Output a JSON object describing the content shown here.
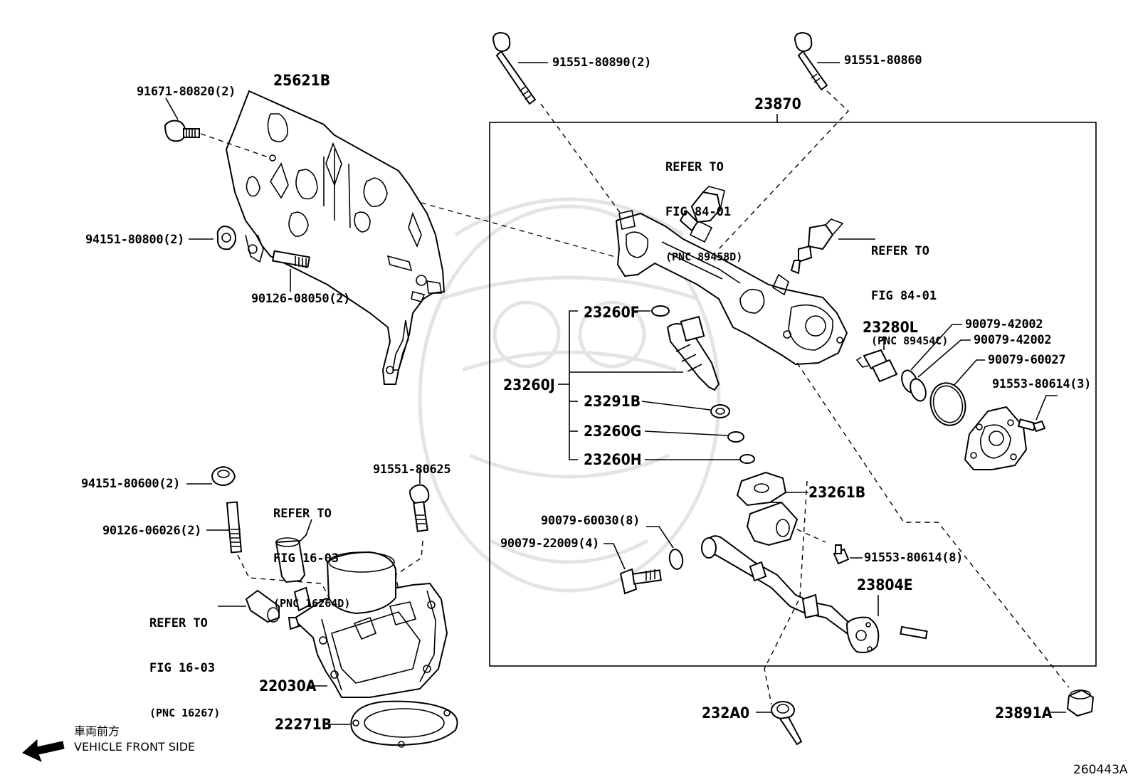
{
  "diagram_id": "260443A",
  "direction": {
    "jp": "車両前方",
    "en": "VEHICLE FRONT SIDE"
  },
  "assembly_box_label": "23870",
  "parts": {
    "p25621B": "25621B",
    "p91671_80820": "91671-80820(2)",
    "p94151_80800": "94151-80800(2)",
    "p90126_08050": "90126-08050(2)",
    "p91551_80890": "91551-80890(2)",
    "p91551_80860": "91551-80860",
    "p23260F": "23260F",
    "p23260J": "23260J",
    "p23291B": "23291B",
    "p23260G": "23260G",
    "p23260H": "23260H",
    "p23280L": "23280L",
    "p90079_42002a": "90079-42002",
    "p90079_42002b": "90079-42002",
    "p90079_60027": "90079-60027",
    "p91553_80614_3": "91553-80614(3)",
    "p23261B": "23261B",
    "p90079_60030": "90079-60030(8)",
    "p90079_22009": "90079-22009(4)",
    "p91553_80614_8": "91553-80614(8)",
    "p23804E": "23804E",
    "p232A0": "232A0",
    "p23891A": "23891A",
    "p94151_80600": "94151-80600(2)",
    "p90126_06026": "90126-06026(2)",
    "p91551_80625": "91551-80625",
    "p22030A": "22030A",
    "p22271B": "22271B"
  },
  "refs": {
    "r84_a": {
      "l1": "REFER TO",
      "l2": "FIG 84-01",
      "l3": "(PNC 89458D)"
    },
    "r84_b": {
      "l1": "REFER TO",
      "l2": "FIG 84-01",
      "l3": "(PNC 89454C)"
    },
    "r16_a": {
      "l1": "REFER TO",
      "l2": "FIG 16-03",
      "l3": "(PNC 16264D)"
    },
    "r16_b": {
      "l1": "REFER TO",
      "l2": "FIG 16-03",
      "l3": "(PNC 16267)"
    }
  }
}
